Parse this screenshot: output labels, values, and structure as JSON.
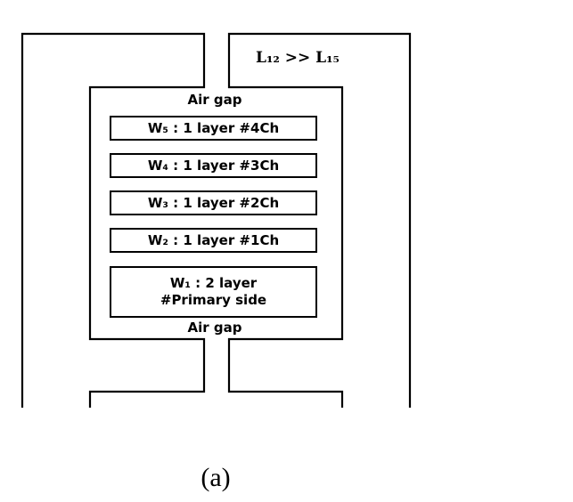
{
  "inductance_relation": "L₁₂ >> L₁₅",
  "air_gap_top": "Air gap",
  "air_gap_bottom": "Air gap",
  "windings": [
    {
      "label": "W₅ : 1 layer #4Ch"
    },
    {
      "label": "W₄ : 1 layer #3Ch"
    },
    {
      "label": "W₃ : 1 layer #2Ch"
    },
    {
      "label": "W₂ : 1 layer #1Ch"
    },
    {
      "label_line1": "W₁ : 2 layer",
      "label_line2": "#Primary side"
    }
  ],
  "caption": "(a)",
  "colors": {
    "stroke": "#000000",
    "background": "#ffffff"
  }
}
